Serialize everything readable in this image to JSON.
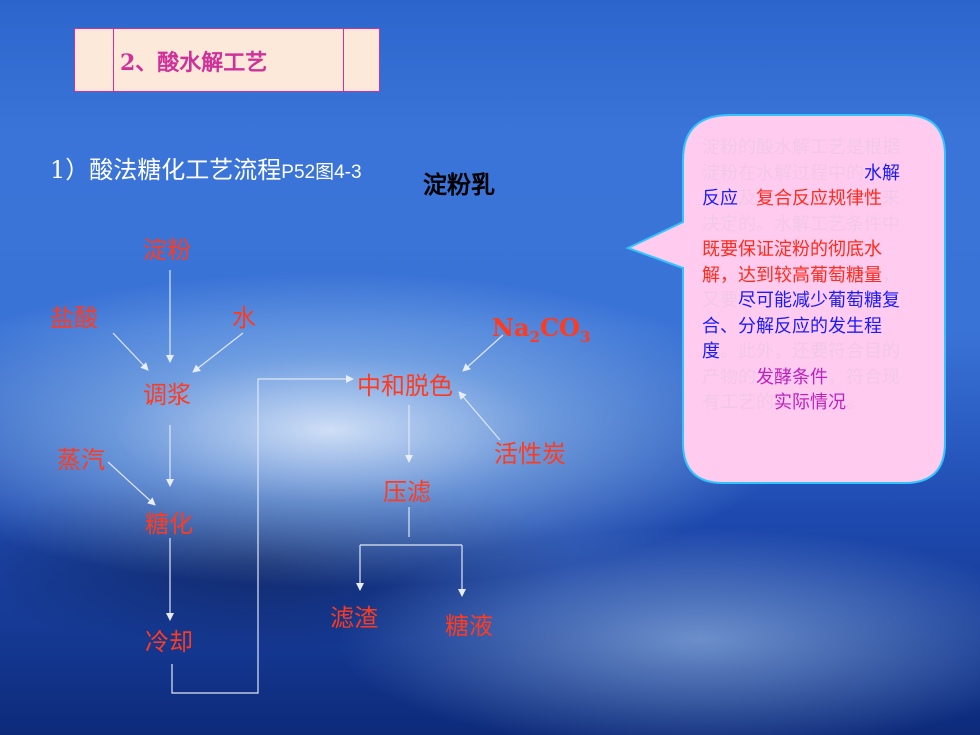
{
  "slide": {
    "title": "2、酸水解工艺",
    "heading_main": "1）酸法糖化工艺流程",
    "heading_ref": "P52图4-3"
  },
  "flow": {
    "starch_milk": "淀粉乳",
    "starch": "淀粉",
    "acid": "盐酸",
    "water": "水",
    "slurry": "调浆",
    "steam": "蒸汽",
    "saccharify": "糖化",
    "cool": "冷却",
    "na2co3_main": "Na",
    "na2co3_sub1": "2",
    "na2co3_co": "CO",
    "na2co3_sub2": "3",
    "neutralize": "中和脱色",
    "carbon": "活性炭",
    "filter": "压滤",
    "residue": "滤渣",
    "syrup": "糖液"
  },
  "bubble": {
    "p1": "淀粉的酸水解工艺是根据淀粉在水解过程中的",
    "p2": "水解反应",
    "p3": "及",
    "p4": "复合反应规律性",
    "p5": "来决定的。水解工艺条件中",
    "p6": "既要保证淀粉的彻底水解，达到较高葡萄糖量",
    "p7": "，又要",
    "p8": "尽可能减少葡萄糖复合、分解反应的发生程度",
    "p9": "。此外，还要符合目的产物的",
    "p10": "发酵条件",
    "p11": "，符合现有工艺的",
    "p12": "实际情况",
    "p13": "。"
  },
  "colors": {
    "accent_red": "#ff3b1f",
    "title_magenta": "#d0309a",
    "bubble_fill": "#ffccf0",
    "bubble_border": "#33c4ff",
    "highlight_blue": "#1a1aff"
  }
}
